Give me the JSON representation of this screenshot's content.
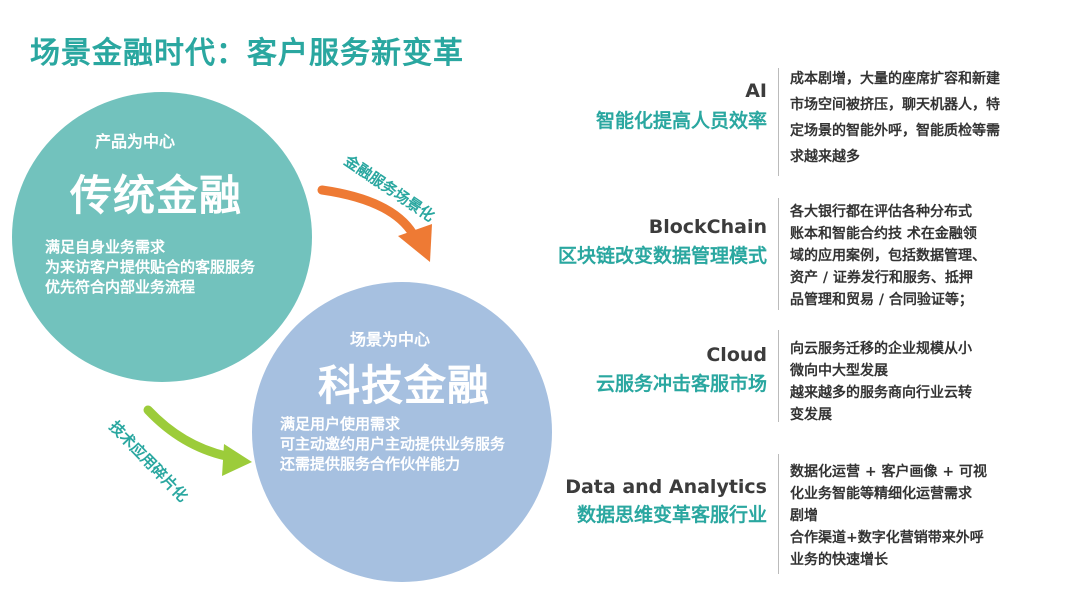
{
  "title": "场景金融时代：客户服务新变革",
  "circle_traditional": {
    "subtitle": "产品为中心",
    "heading": "传统金融",
    "lines": [
      "满足自身业务需求",
      "为来访客户提供贴合的客服服务",
      "优先符合内部业务流程"
    ]
  },
  "circle_tech": {
    "subtitle": "场景为中心",
    "heading": "科技金融",
    "lines": [
      "满足用户使用需求",
      "可主动邀约用户主动提供业务服务",
      "还需提供服务合作伙伴能力"
    ]
  },
  "arrows": {
    "top_label": "金融服务场景化",
    "bottom_label": "技术应用碎片化",
    "top_color": "#ee7a34",
    "bottom_color": "#9ccc3a"
  },
  "items": [
    {
      "en": "AI",
      "zh": "智能化提高人员效率",
      "desc": [
        "成本剧增，大量的座席扩容和新建",
        "市场空间被挤压，聊天机器人，特",
        "定场景的智能外呼，智能质检等需",
        "求越来越多"
      ]
    },
    {
      "en": "BlockChain",
      "zh": "区块链改变数据管理模式",
      "desc": [
        "各大银行都在评估各种分布式",
        "账本和智能合约技 术在金融领",
        "域的应用案例，包括数据管理、",
        "资产 / 证券发行和服务、抵押",
        "品管理和贸易 / 合同验证等；"
      ]
    },
    {
      "en": "Cloud",
      "zh": "云服务冲击客服市场",
      "desc": [
        "向云服务迁移的企业规模从小",
        "微向中大型发展",
        "越来越多的服务商向行业云转",
        "变发展"
      ]
    },
    {
      "en": "Data and Analytics",
      "zh": "数据思维变革客服行业",
      "desc": [
        "数据化运营 + 客户画像 + 可视",
        "化业务智能等精细化运营需求",
        "剧增",
        "合作渠道+数字化营销带来外呼",
        "业务的快速增长"
      ]
    }
  ],
  "colors": {
    "accent": "#2aa7a0",
    "circle_traditional": "#72c2bd",
    "circle_tech": "#a6c0e0"
  }
}
